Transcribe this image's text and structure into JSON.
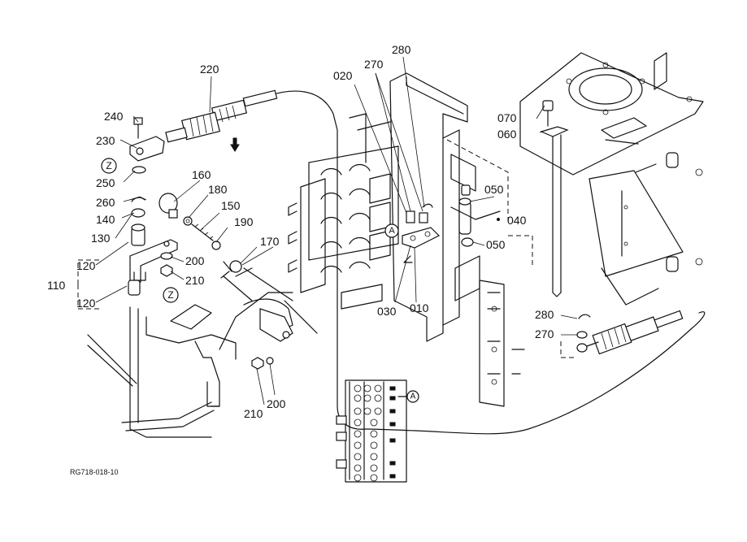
{
  "reference_code": "RG718-018-10",
  "callout_markers": {
    "Z": "Z",
    "A": "A"
  },
  "part_labels": {
    "p010": "010",
    "p020": "020",
    "p030": "030",
    "p040": "040",
    "p050a": "050",
    "p050b": "050",
    "p060": "060",
    "p070": "070",
    "p110": "110",
    "p120a": "120",
    "p120b": "120",
    "p130": "130",
    "p140": "140",
    "p150": "150",
    "p160": "160",
    "p170": "170",
    "p180": "180",
    "p190": "190",
    "p200a": "200",
    "p200b": "200",
    "p210a": "210",
    "p210b": "210",
    "p220": "220",
    "p230": "230",
    "p240": "240",
    "p250": "250",
    "p260": "260",
    "p270a": "270",
    "p270b": "270",
    "p280a": "280",
    "p280b": "280"
  }
}
